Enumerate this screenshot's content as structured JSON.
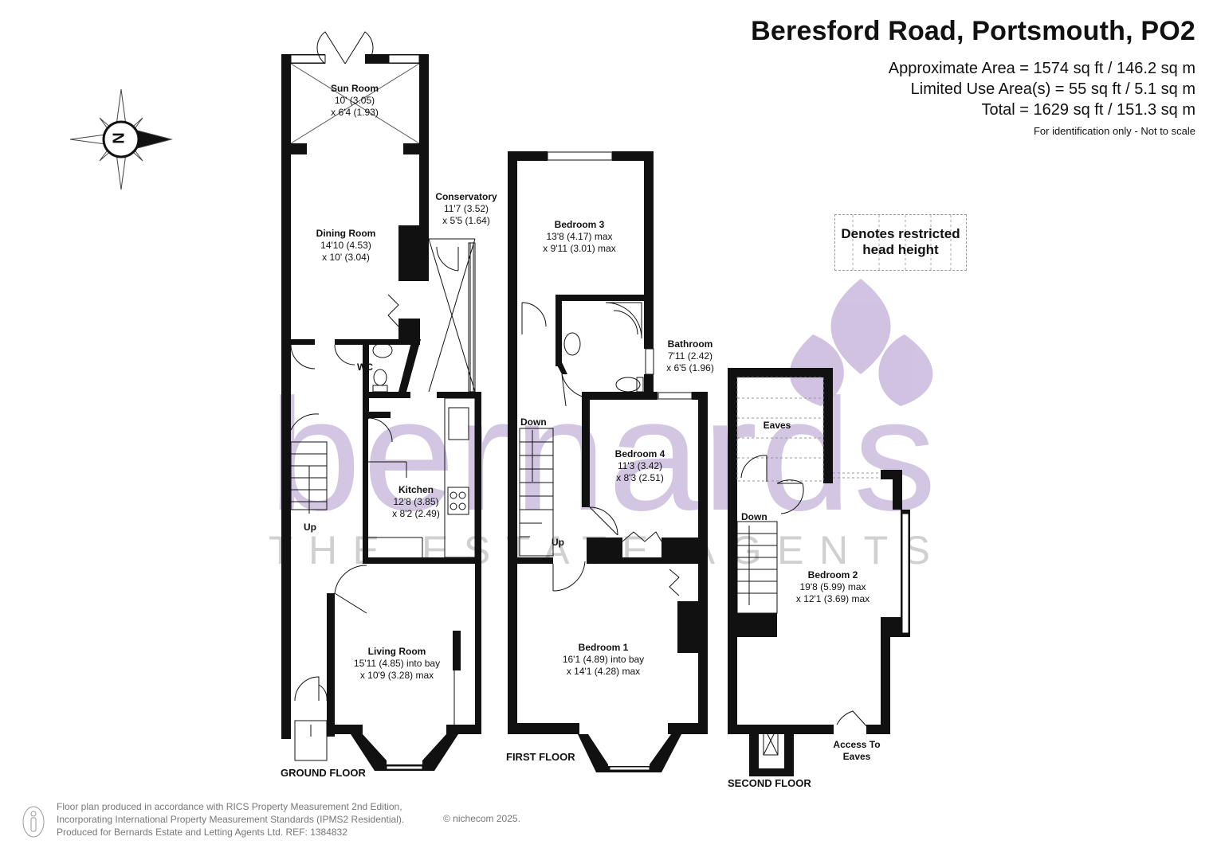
{
  "header": {
    "title": "Beresford Road, Portsmouth, PO2",
    "approx_area": "Approximate Area = 1574 sq ft / 146.2 sq m",
    "limited_use": "Limited Use Area(s) = 55 sq ft / 5.1 sq m",
    "total": "Total = 1629 sq ft / 151.3 sq m",
    "note": "For identification only - Not to scale"
  },
  "compass": {
    "label": "N"
  },
  "legend": {
    "line1": "Denotes restricted",
    "line2": "head height"
  },
  "watermark": {
    "brand": "bernards",
    "tagline": "THE ESTATE AGENTS",
    "color": "#c9b8dc"
  },
  "floors": {
    "ground": "GROUND FLOOR",
    "first": "FIRST FLOOR",
    "second": "SECOND FLOOR"
  },
  "rooms": {
    "sun_room": {
      "name": "Sun Room",
      "dim1": "10' (3.05)",
      "dim2": "x 6'4 (1.93)"
    },
    "conservatory": {
      "name": "Conservatory",
      "dim1": "11'7 (3.52)",
      "dim2": "x 5'5 (1.64)"
    },
    "dining_room": {
      "name": "Dining Room",
      "dim1": "14'10 (4.53)",
      "dim2": "x 10' (3.04)"
    },
    "wc": {
      "name": "WC"
    },
    "kitchen": {
      "name": "Kitchen",
      "dim1": "12'8 (3.85)",
      "dim2": "x 8'2 (2.49)"
    },
    "living_room": {
      "name": "Living Room",
      "dim1": "15'11 (4.85) into bay",
      "dim2": "x 10'9 (3.28) max"
    },
    "bedroom_3": {
      "name": "Bedroom 3",
      "dim1": "13'8 (4.17) max",
      "dim2": "x 9'11 (3.01) max"
    },
    "bathroom": {
      "name": "Bathroom",
      "dim1": "7'11 (2.42)",
      "dim2": "x 6'5 (1.96)"
    },
    "bedroom_4": {
      "name": "Bedroom 4",
      "dim1": "11'3 (3.42)",
      "dim2": "x 8'3 (2.51)"
    },
    "bedroom_1": {
      "name": "Bedroom 1",
      "dim1": "16'1 (4.89) into bay",
      "dim2": "x 14'1 (4.28) max"
    },
    "eaves": {
      "name": "Eaves"
    },
    "bedroom_2": {
      "name": "Bedroom 2",
      "dim1": "19'8 (5.99) max",
      "dim2": "x 12'1 (3.69) max"
    },
    "access_eaves": {
      "line1": "Access To",
      "line2": "Eaves"
    }
  },
  "stairs": {
    "up": "Up",
    "down": "Down"
  },
  "footer": {
    "line1": "Floor plan produced in accordance with RICS Property Measurement 2nd Edition,",
    "line2": "Incorporating International Property Measurement Standards (IPMS2 Residential).",
    "line3": "Produced for Bernards Estate and Letting Agents Ltd.   REF:  1384832",
    "copyright": "© nichecom 2025."
  }
}
